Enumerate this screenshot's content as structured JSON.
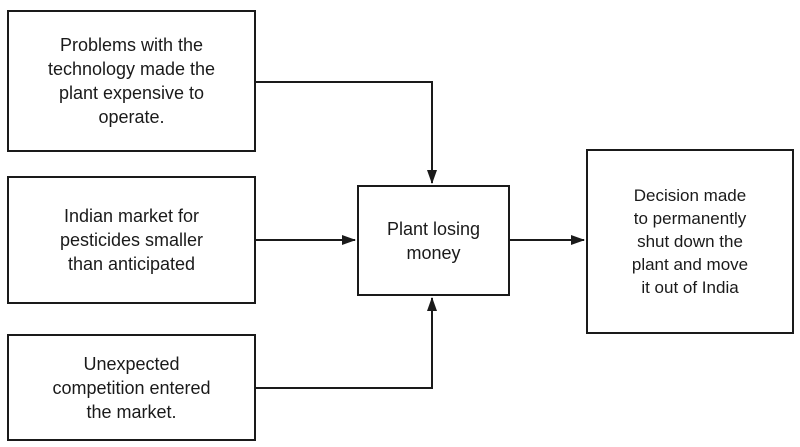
{
  "diagram": {
    "nodes": {
      "problems": "Problems with the\ntechnology made the\nplant expensive to\noperate.",
      "market": "Indian market for\npesticides smaller\nthan anticipated",
      "competition": "Unexpected\ncompetition entered\nthe market.",
      "plant": "Plant losing\nmoney",
      "decision": "Decision made\nto permanently\nshut down the\nplant and move\nit out of India"
    },
    "edges": [
      {
        "from": "problems",
        "to": "plant"
      },
      {
        "from": "market",
        "to": "plant"
      },
      {
        "from": "competition",
        "to": "plant"
      },
      {
        "from": "plant",
        "to": "decision"
      }
    ],
    "colors": {
      "line": "#1a1a1a",
      "background": "#ffffff"
    }
  }
}
